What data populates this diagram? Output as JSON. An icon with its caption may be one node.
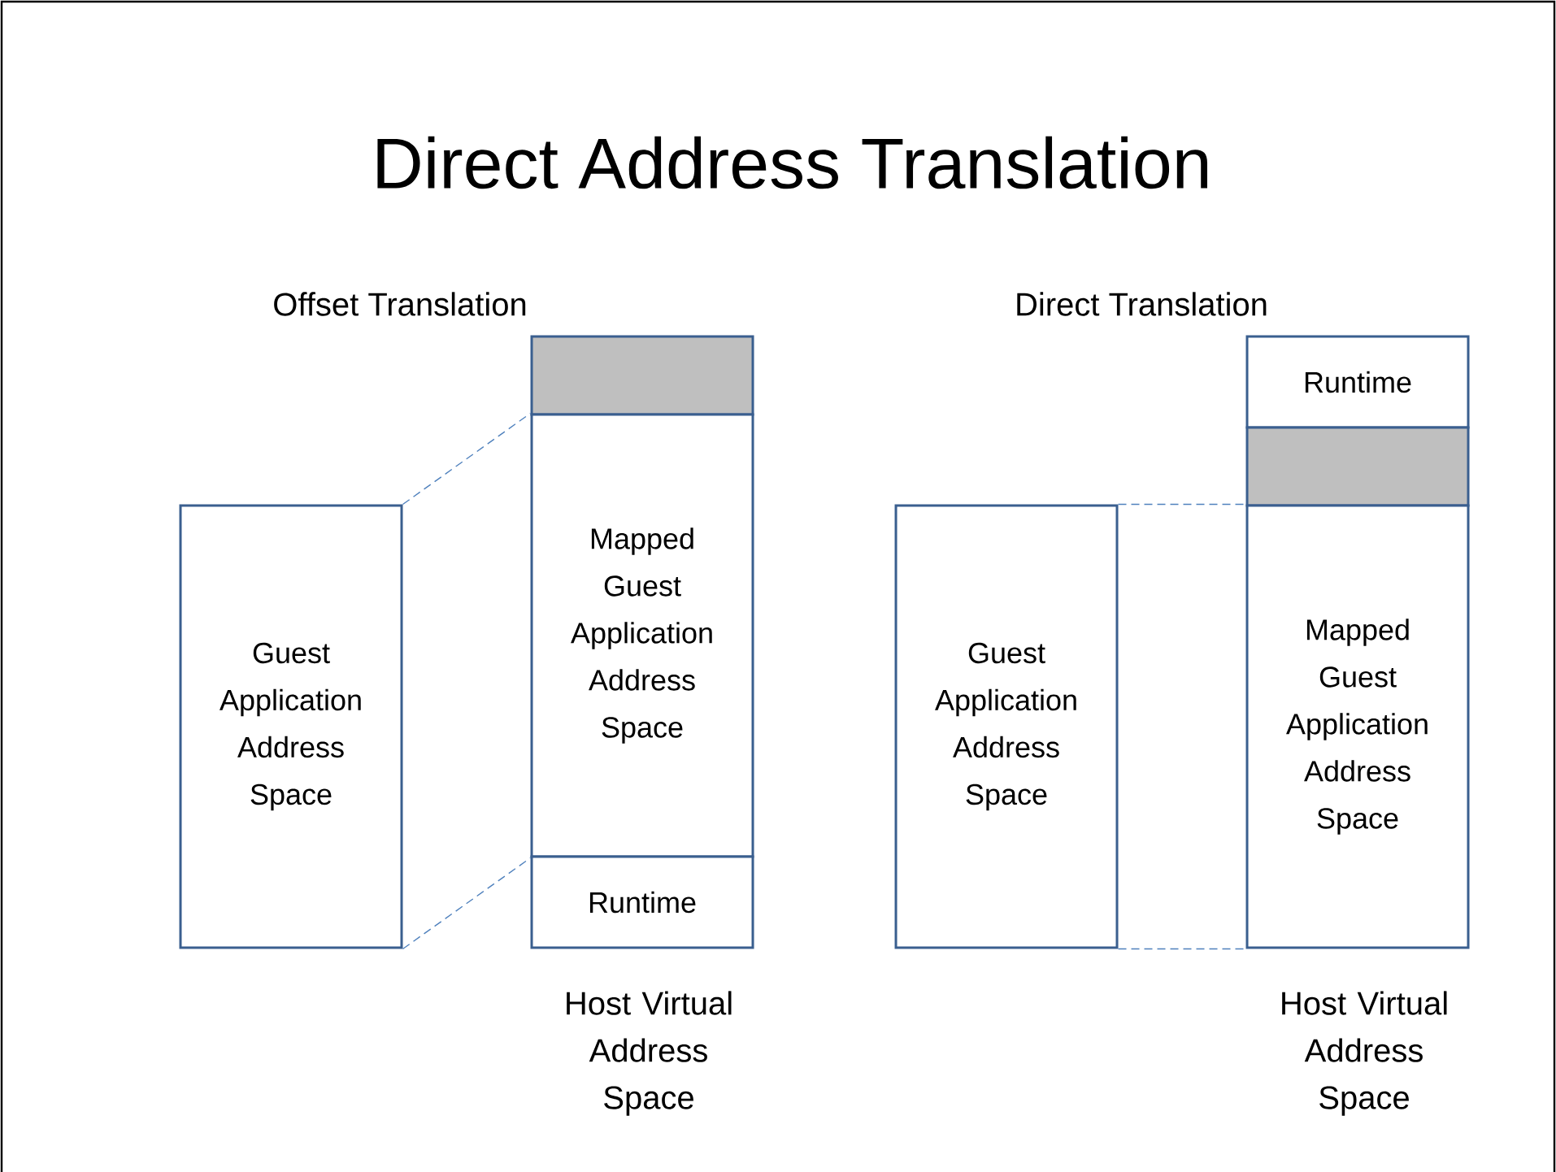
{
  "diagram": {
    "title": "Direct Address Translation",
    "nodes": [
      {
        "text": [
          "Guest Application Address Space"
        ]
      },
      {
        "text": [],
        "shape": "box"
      },
      {
        "text": [
          "Mapped Guest Application Address Space"
        ]
      },
      {
        "text": [
          "Runtime"
        ]
      },
      {
        "text": [
          "Guest Application Address Space"
        ]
      },
      {
        "text": [
          "Runtime"
        ]
      },
      {
        "text": [],
        "shape": "box"
      },
      {
        "text": [
          "Mapped Guest Application Address Space"
        ]
      }
    ],
    "edges": [
      {
        "from": 0,
        "to": 2,
        "arrow": "none",
        "style": "dashed"
      },
      {
        "from": 0,
        "to": 2,
        "arrow": "none",
        "style": "dashed"
      },
      {
        "from": 4,
        "to": 7,
        "arrow": "none",
        "style": "dashed"
      },
      {
        "from": 4,
        "to": 7,
        "arrow": "none",
        "style": "dashed"
      }
    ],
    "labels": [
      "Offset Translation",
      "Direct Translation",
      "Host Virtual Address Space",
      "Host Virtual Address Space"
    ]
  }
}
